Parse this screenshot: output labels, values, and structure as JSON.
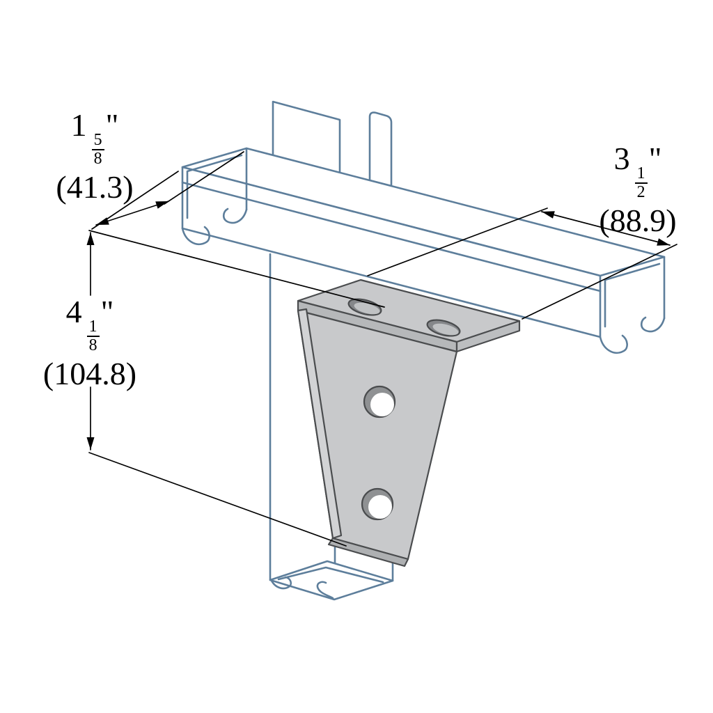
{
  "labels": {
    "width": {
      "whole": "1",
      "numerator": "5",
      "denominator": "8",
      "unit": "\"",
      "metric": "(41.3)"
    },
    "length": {
      "whole": "3",
      "numerator": "1",
      "denominator": "2",
      "unit": "\"",
      "metric": "(88.9)"
    },
    "height": {
      "whole": "4",
      "numerator": "1",
      "denominator": "8",
      "unit": "\"",
      "metric": "(104.8)"
    }
  },
  "colors": {
    "channel_outline": "#5d7e9b",
    "bracket_fill": "#c8c9cb",
    "bracket_edge": "#4a4c4e",
    "dimension_color": "#000000",
    "background": "#ffffff"
  }
}
